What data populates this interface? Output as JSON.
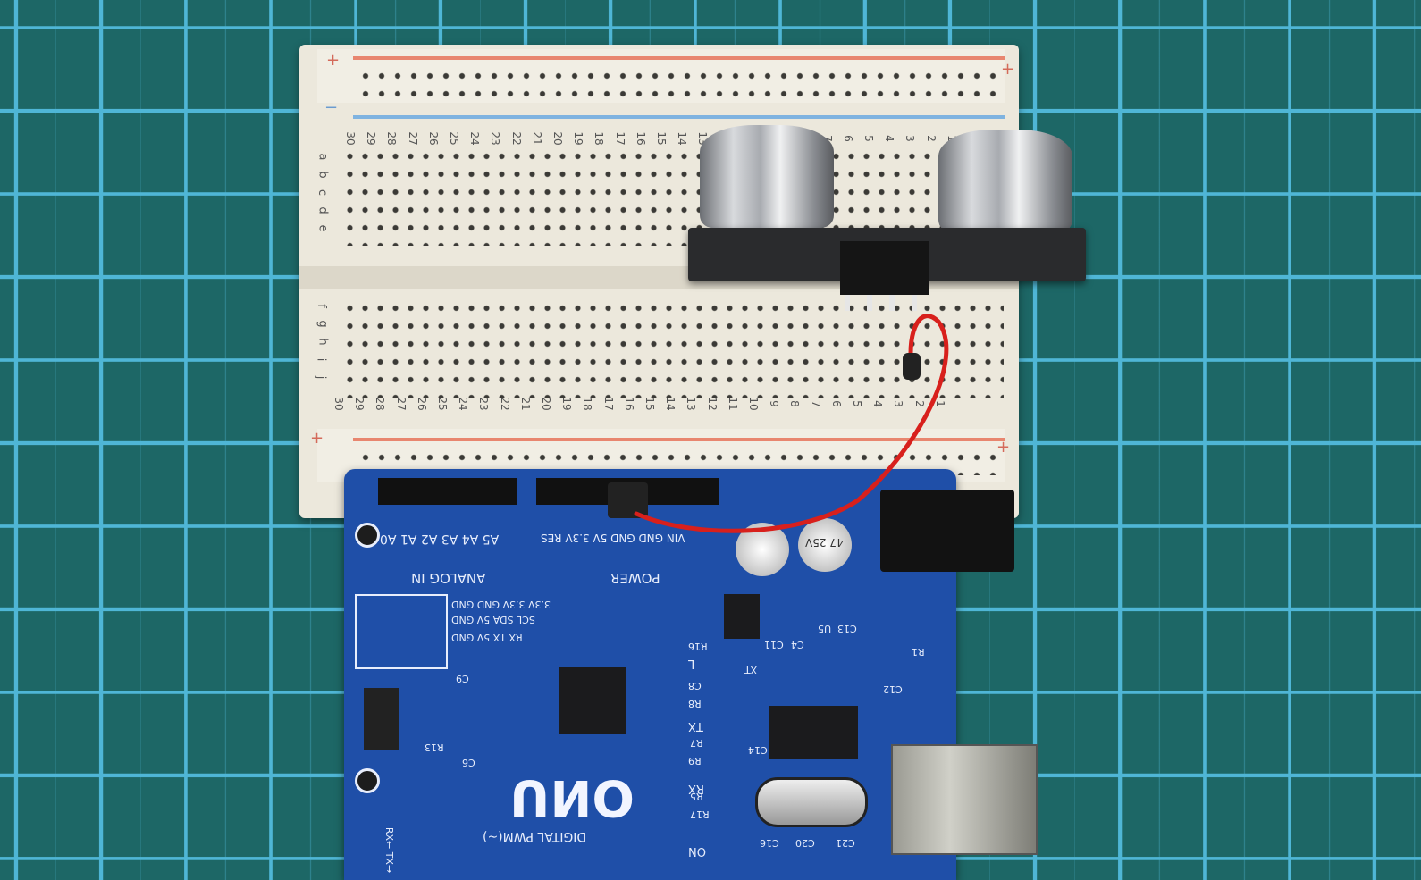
{
  "breadboard": {
    "plus": "+",
    "minus": "−",
    "columns": [
      "30",
      "29",
      "28",
      "27",
      "26",
      "25",
      "24",
      "23",
      "22",
      "21",
      "20",
      "19",
      "18",
      "17",
      "16",
      "15",
      "14",
      "13",
      "12",
      "11",
      "10",
      "9",
      "8",
      "7",
      "6",
      "5",
      "4",
      "3",
      "2",
      "1"
    ],
    "top_letters": [
      "a",
      "b",
      "c",
      "d",
      "e"
    ],
    "bottom_letters": [
      "f",
      "g",
      "h",
      "i",
      "j"
    ]
  },
  "board": {
    "name": "UNO",
    "digital_label": "DIGITAL PWM(~)",
    "analog_label": "ANALOG IN",
    "power_label": "POWER",
    "analog_pins": "A5 A4 A3 A2 A1 A0",
    "power_pins": "VIN GND GND 5V 3.3V RES",
    "icsp_row1": "3.3V 3.3V GND GND",
    "icsp_row2": "SCL SDA 5V GND",
    "icsp_row3": "RX TX 5V GND",
    "leds": [
      "L",
      "TX",
      "RX",
      "ON"
    ],
    "cap_label": "47 25V",
    "parts": [
      "R16",
      "C8",
      "R8",
      "R7",
      "R9",
      "R5",
      "R17",
      "C16",
      "C20",
      "C21",
      "R13",
      "C6",
      "C9",
      "C14",
      "C13",
      "U5",
      "C12",
      "R1",
      "XT",
      "C11",
      "C4"
    ],
    "tx_rx": "RX← TX→"
  },
  "colors": {
    "wire": "#d8201c",
    "board": "#1f4fa8",
    "mat": "#1d6766",
    "grid": "#4fb6d6"
  }
}
